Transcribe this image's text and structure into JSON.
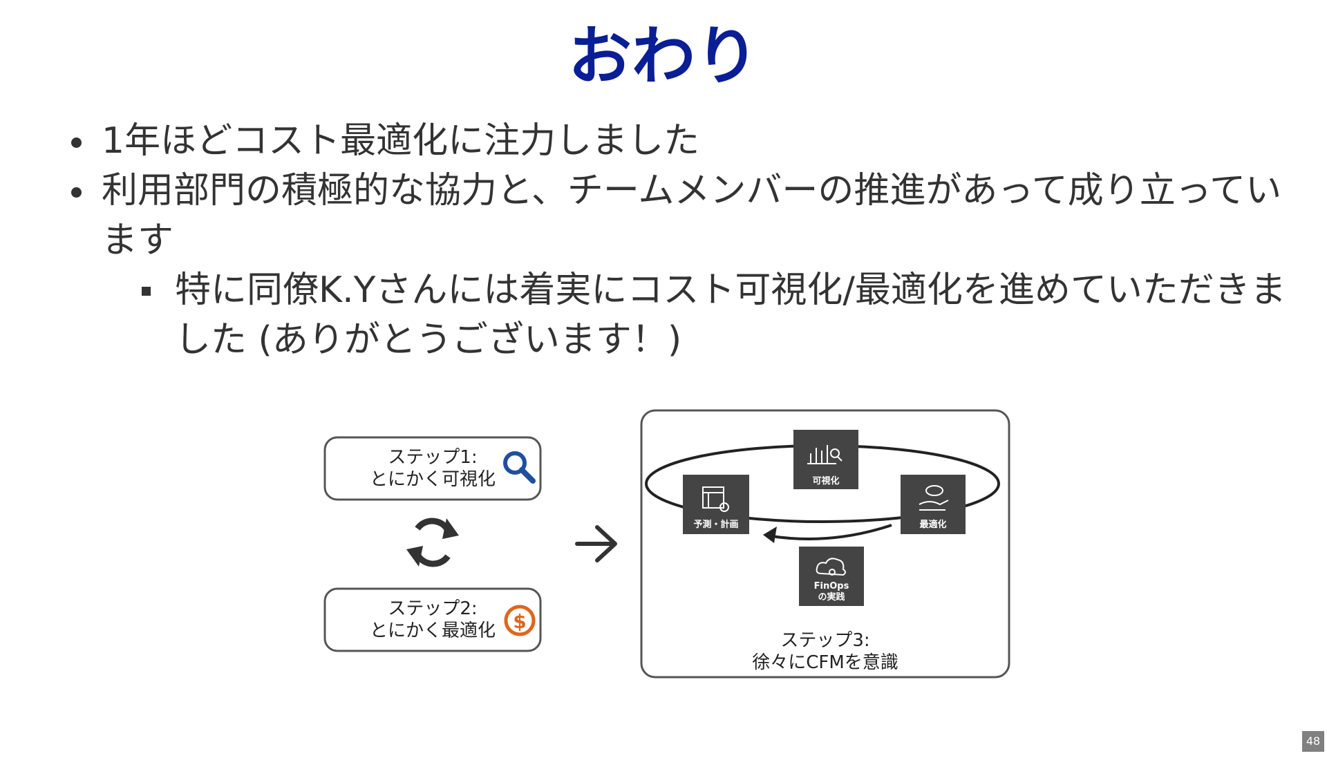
{
  "slide": {
    "title": "おわり",
    "bullets": [
      {
        "text": "1年ほどコスト最適化に注力しました"
      },
      {
        "text": "利用部門の積極的な協力と、チームメンバーの推進があって成り立っています",
        "sub": [
          {
            "text": "特に同僚K.Yさんには着実にコスト可視化/最適化を進めていただきました (ありがとうございます！)"
          }
        ]
      }
    ],
    "page_number": "48"
  },
  "diagram": {
    "step1": {
      "line1": "ステップ1:",
      "line2": "とにかく可視化",
      "icon": "magnifier-icon",
      "icon_color": "#1f4fa3"
    },
    "step2": {
      "line1": "ステップ2:",
      "line2": "とにかく最適化",
      "icon": "dollar-coin-icon",
      "icon_color": "#e0661b"
    },
    "cycle_icon": "refresh-cycle-icon",
    "arrow_icon": "arrow-right-icon",
    "step3": {
      "line1": "ステップ3:",
      "line2": "徐々にCFMを意識",
      "tiles": {
        "visualize": "可視化",
        "forecast": "予測・計画",
        "optimize": "最適化",
        "finops_line1": "FinOps",
        "finops_line2": "の実践"
      },
      "tile_color": "#444444"
    }
  }
}
